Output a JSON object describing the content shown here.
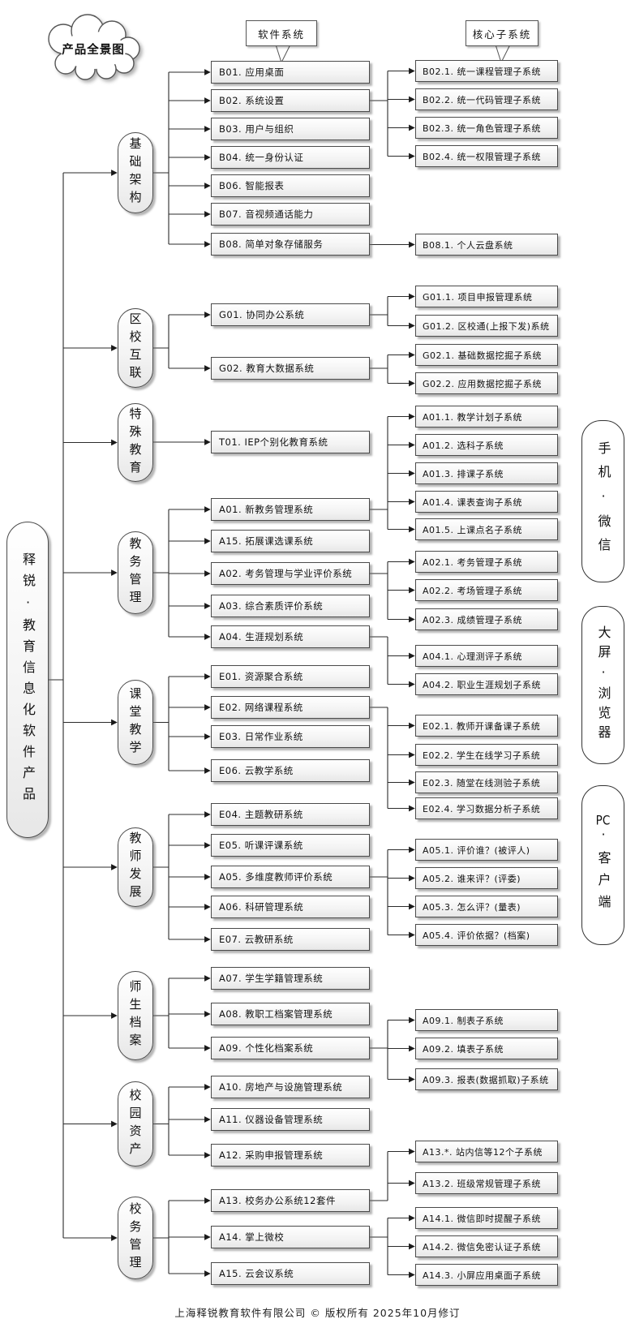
{
  "page": {
    "cloud_label": "产品全景图",
    "header_software": "软件系统",
    "header_core": "核心子系统",
    "root_label": "释锐·教育信息化软件产品",
    "footer": "上海释锐教育软件有限公司 © 版权所有  2025年10月修订",
    "line_color": "#2b2b2b",
    "box_border_color": "#4a4a4a"
  },
  "devices": [
    {
      "label": "手机·微信"
    },
    {
      "label": "大屏·浏览器"
    },
    {
      "label": "PC·客户端"
    }
  ],
  "sections": [
    {
      "name": "基础架构",
      "systems": [
        {
          "label": "B01. 应用桌面",
          "children": []
        },
        {
          "label": "B02. 系统设置",
          "children": [
            "B02.1. 统一课程管理子系统",
            "B02.2. 统一代码管理子系统",
            "B02.3. 统一角色管理子系统",
            "B02.4. 统一权限管理子系统"
          ]
        },
        {
          "label": "B03. 用户与组织",
          "children": []
        },
        {
          "label": "B04. 统一身份认证",
          "children": []
        },
        {
          "label": "B06. 智能报表",
          "children": []
        },
        {
          "label": "B07. 音视频通话能力",
          "children": []
        },
        {
          "label": "B08. 简单对象存储服务",
          "children": [
            "B08.1. 个人云盘系统"
          ]
        }
      ]
    },
    {
      "name": "区校互联",
      "systems": [
        {
          "label": "G01. 协同办公系统",
          "children": [
            "G01.1. 项目申报管理系统",
            "G01.2. 区校通(上报下发)系统"
          ]
        },
        {
          "label": "G02. 教育大数据系统",
          "children": [
            "G02.1. 基础数据挖掘子系统",
            "G02.2. 应用数据挖掘子系统"
          ]
        }
      ]
    },
    {
      "name": "特殊教育",
      "systems": [
        {
          "label": "T01. IEP个别化教育系统",
          "children": []
        }
      ]
    },
    {
      "name": "教务管理",
      "systems": [
        {
          "label": "A01. 新教务管理系统",
          "children": [
            "A01.1. 教学计划子系统",
            "A01.2. 选科子系统",
            "A01.3. 排课子系统",
            "A01.4. 课表查询子系统",
            "A01.5. 上课点名子系统"
          ]
        },
        {
          "label": "A15. 拓展课选课系统",
          "children": []
        },
        {
          "label": "A02. 考务管理与学业评价系统",
          "children": [
            "A02.1. 考务管理子系统",
            "A02.2. 考场管理子系统",
            "A02.3. 成绩管理子系统"
          ]
        },
        {
          "label": "A03. 综合素质评价系统",
          "children": []
        },
        {
          "label": "A04. 生涯规划系统",
          "children": [
            "A04.1. 心理测评子系统",
            "A04.2. 职业生涯规划子系统"
          ]
        }
      ]
    },
    {
      "name": "课堂教学",
      "systems": [
        {
          "label": "E01. 资源聚合系统",
          "children": []
        },
        {
          "label": "E02. 网络课程系统",
          "children": [
            "E02.1. 教师开课备课子系统",
            "E02.2. 学生在线学习子系统",
            "E02.3. 随堂在线测验子系统",
            "E02.4. 学习数据分析子系统"
          ]
        },
        {
          "label": "E03. 日常作业系统",
          "children": []
        },
        {
          "label": "E06. 云教学系统",
          "children": []
        }
      ]
    },
    {
      "name": "教师发展",
      "systems": [
        {
          "label": "E04. 主题教研系统",
          "children": []
        },
        {
          "label": "E05. 听课评课系统",
          "children": []
        },
        {
          "label": "A05. 多维度教师评价系统",
          "children": [
            "A05.1. 评价谁？(被评人)",
            "A05.2. 谁来评？(评委)",
            "A05.3. 怎么评？(量表)",
            "A05.4. 评价依据？(档案)"
          ]
        },
        {
          "label": "A06. 科研管理系统",
          "children": []
        },
        {
          "label": "E07. 云教研系统",
          "children": []
        }
      ]
    },
    {
      "name": "师生档案",
      "systems": [
        {
          "label": "A07. 学生学籍管理系统",
          "children": []
        },
        {
          "label": "A08. 教职工档案管理系统",
          "children": []
        },
        {
          "label": "A09. 个性化档案系统",
          "children": [
            "A09.1. 制表子系统",
            "A09.2. 填表子系统",
            "A09.3. 报表(数据抓取)子系统"
          ]
        }
      ]
    },
    {
      "name": "校园资产",
      "systems": [
        {
          "label": "A10. 房地产与设施管理系统",
          "children": []
        },
        {
          "label": "A11. 仪器设备管理系统",
          "children": []
        },
        {
          "label": "A12. 采购申报管理系统",
          "children": []
        }
      ]
    },
    {
      "name": "校务管理",
      "systems": [
        {
          "label": "A13. 校务办公系统12套件",
          "children": [
            "A13.*. 站内信等12个子系统",
            "A13.2. 班级常规管理子系统"
          ]
        },
        {
          "label": "A14. 掌上微校",
          "children": [
            "A14.1. 微信即时提醒子系统",
            "A14.2. 微信免密认证子系统",
            "A14.3. 小屏应用桌面子系统"
          ]
        },
        {
          "label": "A15. 云会议系统",
          "children": []
        }
      ]
    }
  ]
}
